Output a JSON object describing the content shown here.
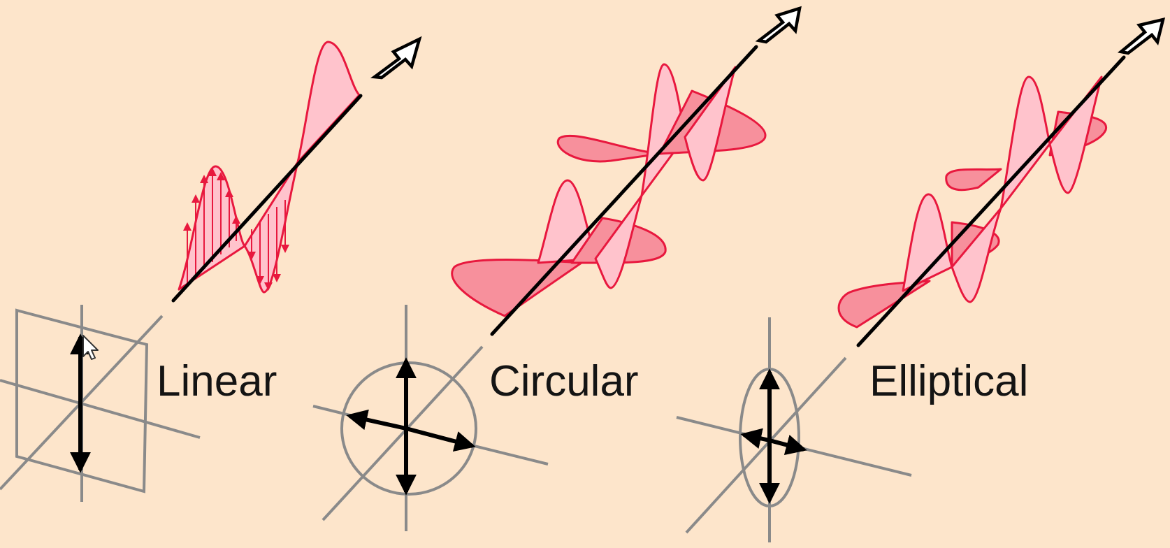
{
  "panels": [
    {
      "id": "linear",
      "label": "Linear"
    },
    {
      "id": "circular",
      "label": "Circular"
    },
    {
      "id": "elliptical",
      "label": "Elliptical"
    }
  ],
  "colors": {
    "background": "#fde5cb",
    "wave_stroke": "#e8183e",
    "wave_fill_light": "#ffc3cc",
    "wave_fill_dark": "#f7909c",
    "axis": "#000000",
    "guide_lines": "#8a8a8a"
  },
  "icons": [
    "propagation-arrow-icon",
    "mouse-cursor-icon"
  ]
}
